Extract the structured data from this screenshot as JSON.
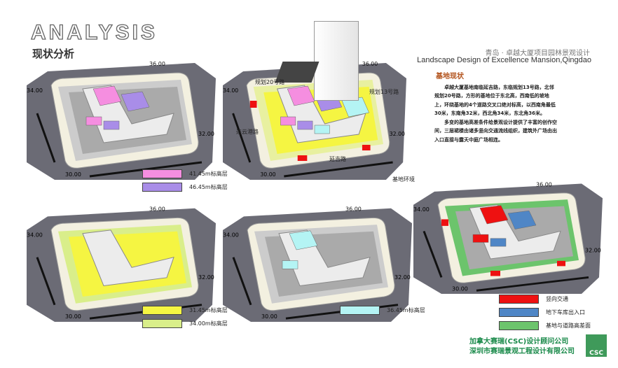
{
  "header": {
    "title": "ANALYSIS",
    "subtitle": "现状分析",
    "project_cn": "青岛 · 卓越大厦项目园林景观设计",
    "project_en": "Landscape Design of Excellence Mansion,Qingdao"
  },
  "site_text": {
    "heading": "基地现状",
    "para1": "卓越大厦基地南临延吉路，东临规划13号路，北邻规划20号路，方形的基地位于东北高，西南低的坡地上，环绕基地的4个道路交叉口绝对标高，以西南角最低30米，东南角32米，西北角34米，东北角36米。",
    "para2": "多变的基地高差条件给景观设计提供了丰富的创作空间，三层裙楼由诸多竖向交通流线组织，建筑外广场由出入口直接与露天中庭广场相连。"
  },
  "elevations": {
    "ne": "36.00",
    "nw": "34.00",
    "se": "32.00",
    "sw": "30.00"
  },
  "roads": {
    "north": "规划20号路",
    "east": "规划13号路",
    "west": "连云港路",
    "south": "延吉路"
  },
  "environment_label": "基地环境",
  "legends": {
    "plan1": [
      {
        "label": "41.45m标高层",
        "color": "#f58ee0"
      },
      {
        "label": "46.45m标高层",
        "color": "#a98de8"
      }
    ],
    "plan3": [
      {
        "label": "31.45m标高层",
        "color": "#f5f542"
      },
      {
        "label": "34.00m标高层",
        "color": "#d9ee8a"
      }
    ],
    "plan4": [
      {
        "label": "36.45m标高层",
        "color": "#b4f4f4"
      }
    ],
    "plan5": [
      {
        "label": "竖向交通",
        "color": "#ee1111"
      },
      {
        "label": "地下车库出入口",
        "color": "#4f86c6"
      },
      {
        "label": "基地与道路高差面",
        "color": "#6cc46c"
      }
    ]
  },
  "company": {
    "line1": "加拿大赛瑞(CSC)设计顾问公司",
    "line2": "深圳市赛瑞景观工程设计有限公司",
    "logo_text": "CSC"
  }
}
